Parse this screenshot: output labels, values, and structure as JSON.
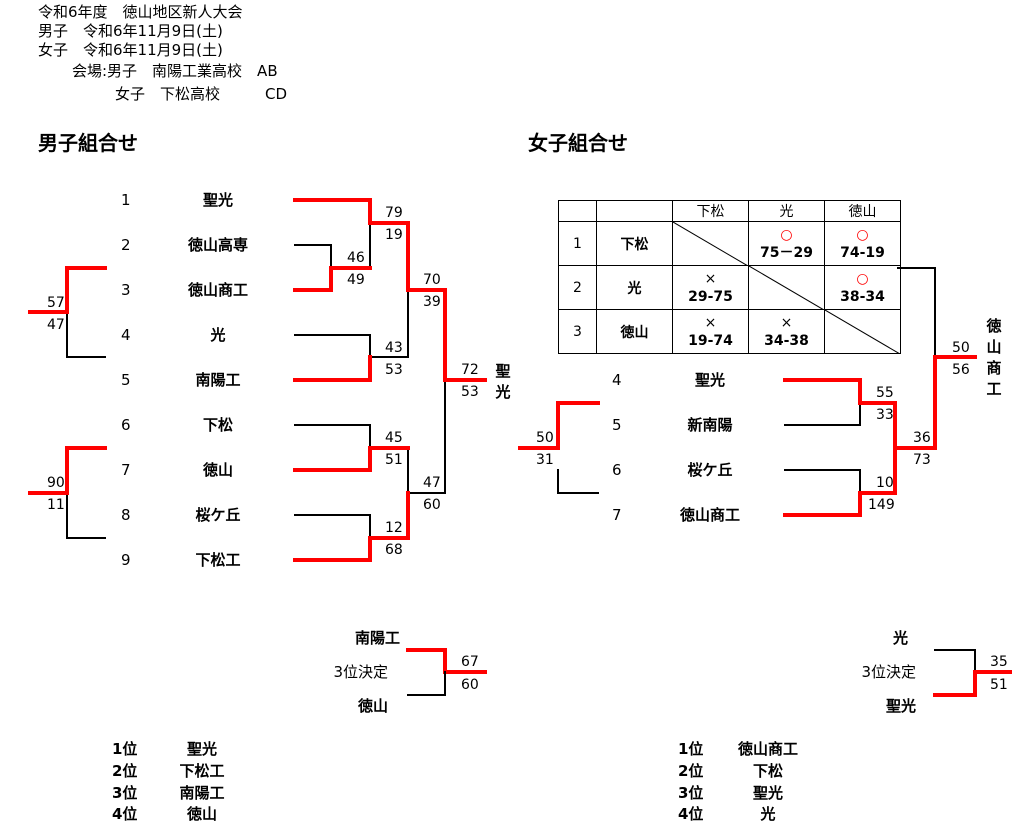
{
  "header": {
    "line1": "令和6年度　徳山地区新人大会",
    "line2": "男子　令和6年11月9日(土)",
    "line3": "女子　令和6年11月9日(土)",
    "line4": "会場:男子　南陽工業高校　AB",
    "line5": "女子　下松高校　　　CD"
  },
  "boys": {
    "title": "男子組合せ",
    "teams": [
      {
        "seed": "1",
        "name": "聖光"
      },
      {
        "seed": "2",
        "name": "徳山高専"
      },
      {
        "seed": "3",
        "name": "徳山商工"
      },
      {
        "seed": "4",
        "name": "光"
      },
      {
        "seed": "5",
        "name": "南陽工"
      },
      {
        "seed": "6",
        "name": "下松"
      },
      {
        "seed": "7",
        "name": "徳山"
      },
      {
        "seed": "8",
        "name": "桜ケ丘"
      },
      {
        "seed": "9",
        "name": "下松工"
      }
    ],
    "scores": {
      "s23_top": "46",
      "s23_bot": "49",
      "s1_top": "79",
      "s1_bot": "19",
      "s45_top": "43",
      "s45_bot": "53",
      "s67_top": "45",
      "s67_bot": "51",
      "s89_top": "12",
      "s89_bot": "68",
      "sf1_top": "70",
      "sf1_bot": "39",
      "sf2_top": "47",
      "sf2_bot": "60",
      "final_top": "72",
      "final_bot": "53",
      "left_a_top": "57",
      "left_a_bot": "47",
      "left_b_top": "90",
      "left_b_bot": "11"
    },
    "champion": "聖光",
    "third": {
      "team_top": "南陽工",
      "label": "3位決定",
      "team_bot": "徳山",
      "score_top": "67",
      "score_bot": "60"
    },
    "ranking": [
      {
        "rank": "1位",
        "team": "聖光"
      },
      {
        "rank": "2位",
        "team": "下松工"
      },
      {
        "rank": "3位",
        "team": "南陽工"
      },
      {
        "rank": "4位",
        "team": "徳山"
      }
    ]
  },
  "girls": {
    "title": "女子組合せ",
    "rr": {
      "cols": [
        "下松",
        "光",
        "徳山"
      ],
      "rows": [
        {
          "seed": "1",
          "name": "下松",
          "c1_mark": "",
          "c1_score": "",
          "c2_mark": "○",
          "c2_score": "75－29",
          "c3_mark": "○",
          "c3_score": "74-19"
        },
        {
          "seed": "2",
          "name": "光",
          "c1_mark": "×",
          "c1_score": "29-75",
          "c2_mark": "",
          "c2_score": "",
          "c3_mark": "○",
          "c3_score": "38-34"
        },
        {
          "seed": "3",
          "name": "徳山",
          "c1_mark": "×",
          "c1_score": "19-74",
          "c2_mark": "×",
          "c2_score": "34-38",
          "c3_mark": "",
          "c3_score": ""
        }
      ]
    },
    "teams": [
      {
        "seed": "4",
        "name": "聖光"
      },
      {
        "seed": "5",
        "name": "新南陽"
      },
      {
        "seed": "6",
        "name": "桜ケ丘"
      },
      {
        "seed": "7",
        "name": "徳山商工"
      }
    ],
    "scores": {
      "s45_top": "55",
      "s45_bot": "33",
      "s67_top": "10",
      "s67_bot": "149",
      "sf_top": "36",
      "sf_bot": "73",
      "final_top": "50",
      "final_bot": "56",
      "left_top": "50",
      "left_bot": "31"
    },
    "champion": "徳山商工",
    "third": {
      "team_top": "光",
      "label": "3位決定",
      "team_bot": "聖光",
      "score_top": "35",
      "score_bot": "51"
    },
    "ranking": [
      {
        "rank": "1位",
        "team": "徳山商工"
      },
      {
        "rank": "2位",
        "team": "下松"
      },
      {
        "rank": "3位",
        "team": "聖光"
      },
      {
        "rank": "4位",
        "team": "光"
      }
    ]
  },
  "colors": {
    "win": "#ff0000",
    "line": "#000000"
  }
}
